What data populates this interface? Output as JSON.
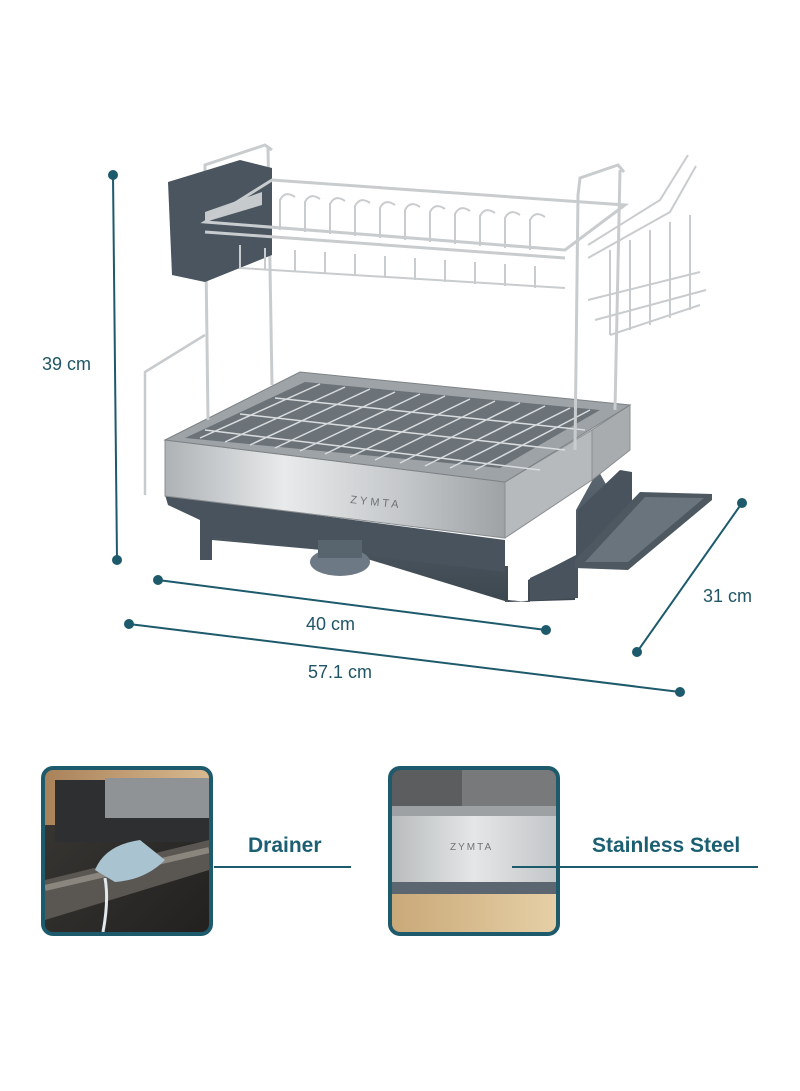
{
  "dimensions": {
    "height": "39 cm",
    "width_inner": "40 cm",
    "width_total": "57.1 cm",
    "depth": "31 cm"
  },
  "product": {
    "brand_text": "ZYMTA"
  },
  "features": [
    {
      "label": "Drainer"
    },
    {
      "label": "Stainless Steel",
      "brand_text": "ZYMTA"
    }
  ],
  "colors": {
    "accent": "#1d5a6c",
    "steel": "#c9ccce",
    "base": "#4a5560"
  }
}
